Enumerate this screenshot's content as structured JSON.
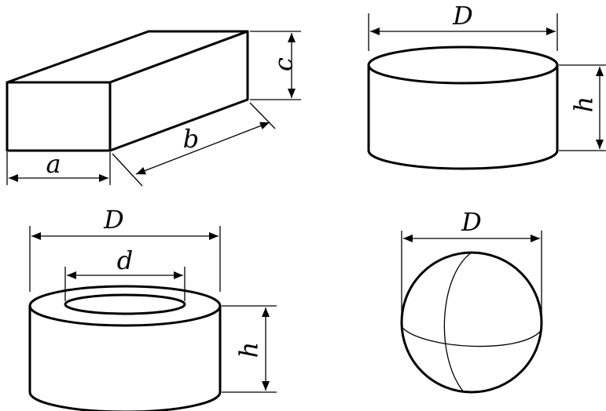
{
  "shapes": {
    "box": {
      "labels": {
        "a": "a",
        "b": "b",
        "c": "c"
      }
    },
    "cylinder": {
      "labels": {
        "D": "D",
        "h": "h"
      }
    },
    "ring": {
      "labels": {
        "D": "D",
        "d": "d",
        "h": "h"
      }
    },
    "sphere": {
      "labels": {
        "D": "D"
      }
    }
  }
}
